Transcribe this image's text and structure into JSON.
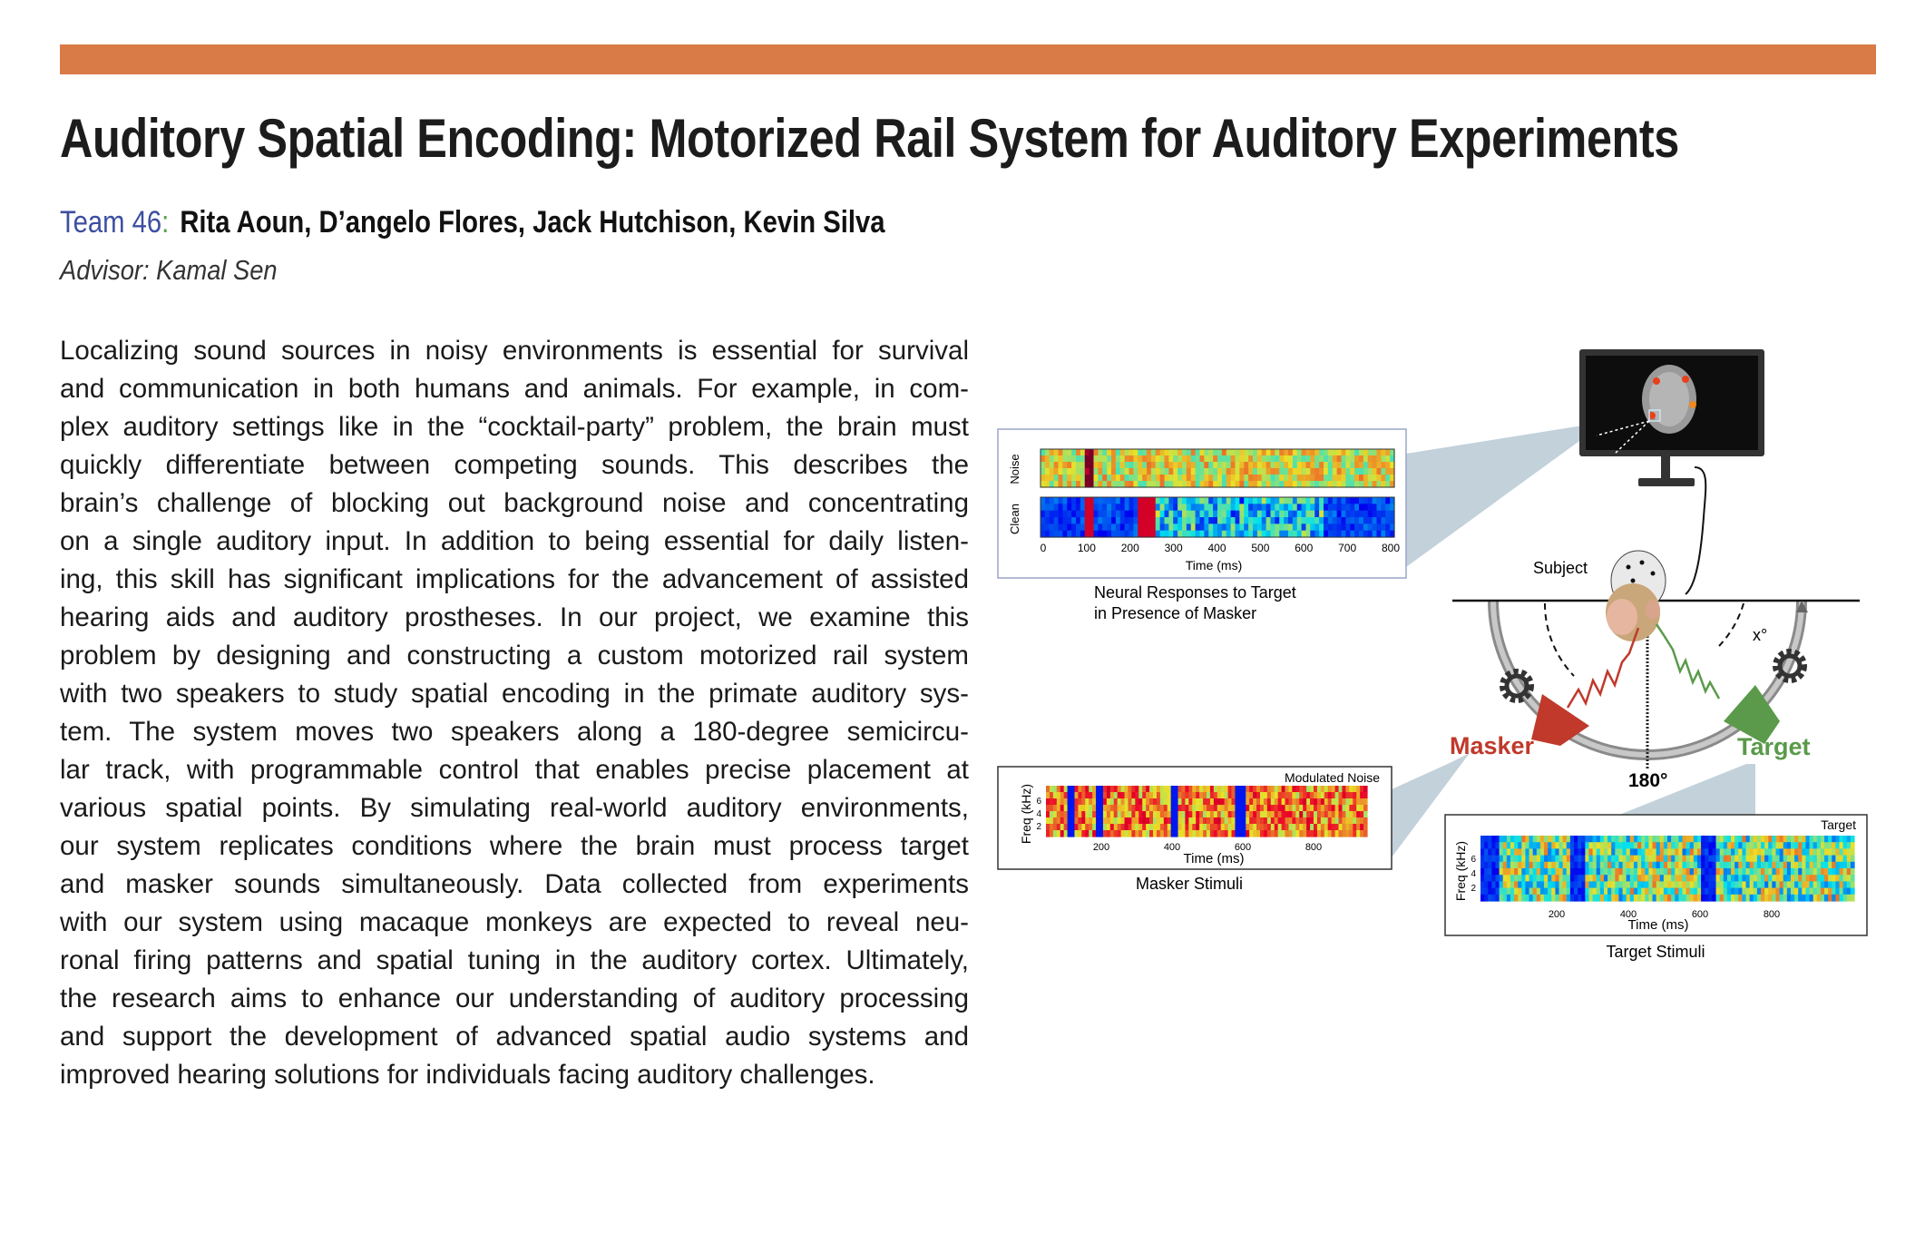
{
  "header": {
    "accent_color": "#d97b47",
    "title": "Auditory Spatial Encoding: Motorized Rail System for Auditory Experiments",
    "team_label": "Team 46",
    "team_colon": ":",
    "members": "Rita Aoun, D’angelo Flores, Jack Hutchison, Kevin Silva",
    "advisor": "Advisor: Kamal Sen"
  },
  "body_lines": [
    "Localizing sound sources in noisy environments is essential for survival",
    "and communication in both humans and animals. For example, in com-",
    "plex auditory settings like in the “cocktail-party” problem, the brain must",
    "quickly differentiate between competing sounds. This describes the",
    "brain’s challenge of blocking out background noise and concentrating",
    "on a single auditory input. In addition to being essential for daily listen-",
    "ing, this skill has significant implications for the advancement of assisted",
    "hearing aids and auditory prostheses. In our project, we examine this",
    "problem by designing and constructing a custom motorized rail system",
    "with two speakers to study spatial encoding in the primate auditory sys-",
    "tem. The system moves two speakers along a 180-degree semicircu-",
    "lar track, with programmable control that enables precise placement at",
    "various spatial points. By simulating real-world auditory environments,",
    "our system replicates conditions where the brain must process target",
    "and masker sounds simultaneously. Data collected from experiments",
    "with our system using macaque monkeys are expected to reveal neu-",
    "ronal firing patterns and spatial tuning in the auditory cortex. Ultimately,",
    "the research aims to enhance our understanding of auditory processing",
    "and support the development of advanced spatial audio systems and",
    "improved hearing solutions for individuals facing auditory challenges."
  ],
  "figure": {
    "neural": {
      "row_labels": [
        "Noise",
        "Clean"
      ],
      "ticks": [
        "0",
        "100",
        "200",
        "300",
        "400",
        "500",
        "600",
        "700",
        "800"
      ],
      "xlabel": "Time (ms)",
      "caption_line1": "Neural Responses to Target",
      "caption_line2": "in Presence of Masker"
    },
    "setup": {
      "subject_label": "Subject",
      "angle_label": "x°",
      "masker_label": "Masker",
      "target_label": "Target",
      "center_angle": "180°",
      "masker_color": "#c0392b",
      "target_color": "#5a9a4a"
    },
    "masker": {
      "title": "Modulated Noise",
      "ylabel": "Freq (kHz)",
      "yticks": [
        "2",
        "4",
        "6"
      ],
      "ticks": [
        "200",
        "400",
        "600",
        "800"
      ],
      "xlabel": "Time (ms)",
      "caption": "Masker Stimuli"
    },
    "target": {
      "title": "Target",
      "ylabel": "Freq (kHz)",
      "yticks": [
        "2",
        "4",
        "6"
      ],
      "ticks": [
        "200",
        "400",
        "600",
        "800"
      ],
      "xlabel": "Time (ms)",
      "caption": "Target Stimuli"
    }
  }
}
